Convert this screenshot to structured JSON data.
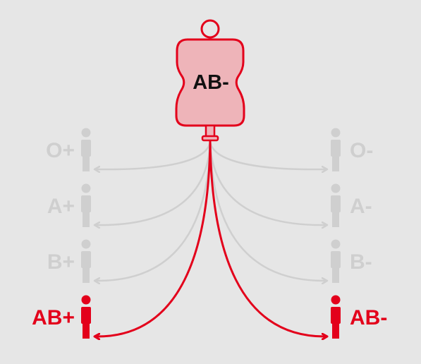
{
  "donor": {
    "type": "AB-",
    "bag_fill": "#eeb4b9",
    "bag_stroke": "#e3001b"
  },
  "colors": {
    "compatible": "#e3001b",
    "incompatible": "#cfcfcf",
    "background": "#e6e6e6",
    "bag_text": "#111111"
  },
  "recipients": [
    {
      "type": "O+",
      "side": "left",
      "compatible": false
    },
    {
      "type": "A+",
      "side": "left",
      "compatible": false
    },
    {
      "type": "B+",
      "side": "left",
      "compatible": false
    },
    {
      "type": "AB+",
      "side": "left",
      "compatible": true
    },
    {
      "type": "O-",
      "side": "right",
      "compatible": false
    },
    {
      "type": "A-",
      "side": "right",
      "compatible": false
    },
    {
      "type": "B-",
      "side": "right",
      "compatible": false
    },
    {
      "type": "AB-",
      "side": "right",
      "compatible": true
    }
  ]
}
